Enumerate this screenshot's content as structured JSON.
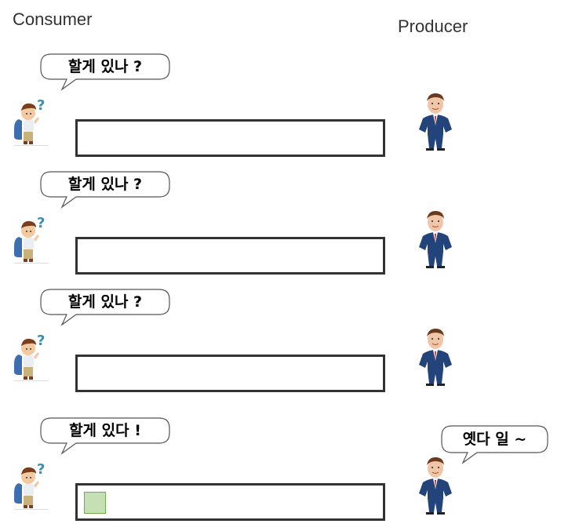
{
  "headers": {
    "consumer": "Consumer",
    "producer": "Producer"
  },
  "rows": [
    {
      "consumer_bubble": "할게 있나 ?",
      "queue_items": 0
    },
    {
      "consumer_bubble": "할게 있나 ?",
      "queue_items": 0
    },
    {
      "consumer_bubble": "할게 있나 ?",
      "queue_items": 0
    },
    {
      "consumer_bubble": "할게 있다 !",
      "queue_items": 1,
      "producer_bubble": "옛다 일 ~"
    }
  ],
  "colors": {
    "queue_border": "#333333",
    "queue_item_fill": "#c5e0b4",
    "queue_item_border": "#70ad47"
  },
  "icons": {
    "consumer": "thinking-boy-icon",
    "producer": "businessman-icon"
  }
}
